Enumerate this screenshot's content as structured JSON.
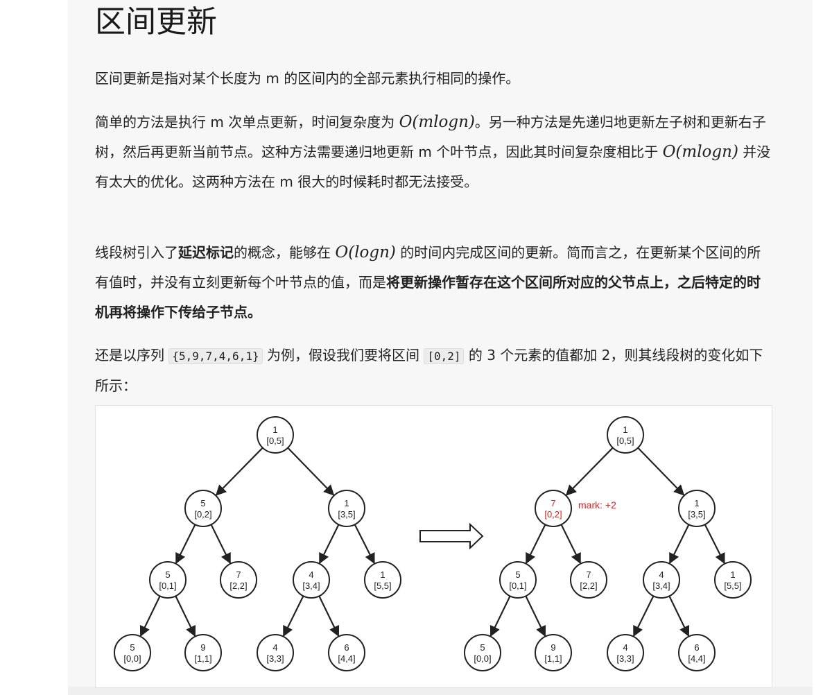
{
  "article": {
    "heading": "区间更新",
    "p1": "区间更新是指对某个长度为 m 的区间内的全部元素执行相同的操作。",
    "p2": {
      "t1": "简单的方法是执行 m 次单点更新，时间复杂度为 ",
      "m1": "O(mlogn)",
      "t2": "。另一种方法是先递归地更新左子树和更新右子树，然后再更新当前节点。这种方法需要递归地更新 m 个叶节点，因此其时间复杂度相比于 ",
      "m2": "O(mlogn)",
      "t3": " 并没有太大的优化。这两种方法在 m 很大的时候耗时都无法接受。"
    },
    "p3": {
      "t1": "线段树引入了",
      "b1": "延迟标记",
      "t2": "的概念，能够在 ",
      "m1": "O(logn)",
      "t3": " 的时间内完成区间的更新。简而言之，在更新某个区间的所有值时，并没有立刻更新每个叶节点的值，而是",
      "b2": "将更新操作暂存在这个区间所对应的父节点上，之后特定的时机再将操作下传给子节点。"
    },
    "p4": {
      "t1": "还是以序列 ",
      "c1": "{5,9,7,4,6,1}",
      "t2": " 为例，假设我们要将区间 ",
      "c2": "[0,2]",
      "t3": " 的 3 个元素的值都加 2，则其线段树的变化如下所示："
    }
  },
  "figure": {
    "mark_label": "mark: +2",
    "highlight_color": "#e0201e",
    "arrow": "right-arrow-icon",
    "before": [
      {
        "id": "n1",
        "value": "1",
        "range": "[0,5]"
      },
      {
        "id": "n2",
        "value": "5",
        "range": "[0,2]"
      },
      {
        "id": "n3",
        "value": "1",
        "range": "[3,5]"
      },
      {
        "id": "n4",
        "value": "5",
        "range": "[0,1]"
      },
      {
        "id": "n5",
        "value": "7",
        "range": "[2,2]"
      },
      {
        "id": "n6",
        "value": "4",
        "range": "[3,4]"
      },
      {
        "id": "n7",
        "value": "1",
        "range": "[5,5]"
      },
      {
        "id": "n8",
        "value": "5",
        "range": "[0,0]"
      },
      {
        "id": "n9",
        "value": "9",
        "range": "[1,1]"
      },
      {
        "id": "n12",
        "value": "4",
        "range": "[3,3]"
      },
      {
        "id": "n13",
        "value": "6",
        "range": "[4,4]"
      }
    ],
    "after": [
      {
        "id": "n1",
        "value": "1",
        "range": "[0,5]"
      },
      {
        "id": "n2",
        "value": "7",
        "range": "[0,2]",
        "highlighted": true
      },
      {
        "id": "n3",
        "value": "1",
        "range": "[3,5]"
      },
      {
        "id": "n4",
        "value": "5",
        "range": "[0,1]"
      },
      {
        "id": "n5",
        "value": "7",
        "range": "[2,2]"
      },
      {
        "id": "n6",
        "value": "4",
        "range": "[3,4]"
      },
      {
        "id": "n7",
        "value": "1",
        "range": "[5,5]"
      },
      {
        "id": "n8",
        "value": "5",
        "range": "[0,0]"
      },
      {
        "id": "n9",
        "value": "9",
        "range": "[1,1]"
      },
      {
        "id": "n12",
        "value": "4",
        "range": "[3,3]"
      },
      {
        "id": "n13",
        "value": "6",
        "range": "[4,4]"
      }
    ]
  }
}
